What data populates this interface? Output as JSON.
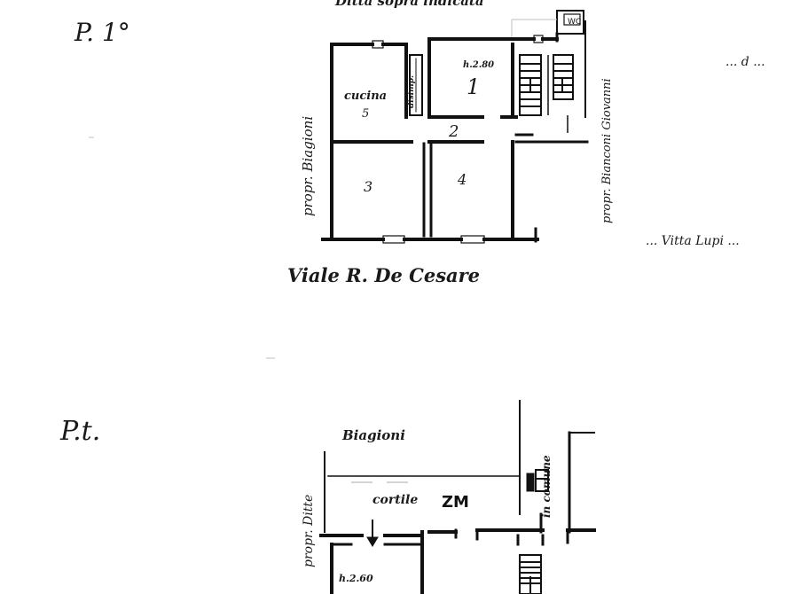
{
  "floor_first": {
    "heading": "P. 1°",
    "top_label": "Ditta sopra indicata",
    "wc": "WC",
    "height": "h.2.80",
    "rooms": {
      "cucina": "cucina",
      "cucina_num": "5",
      "disimpegno": "disimp.",
      "room_1": "1",
      "room_2": "2",
      "room_3": "3",
      "room_4": "4"
    },
    "left_owner": "propr. Biagioni",
    "right_owner": "propr. Bianconi Giovanni",
    "street": "Viale R. De Cesare",
    "faint_right_top": "... d ...",
    "faint_right_mid": "... Vitta Lupi ..."
  },
  "floor_ground": {
    "heading": "P.t.",
    "top_owner": "Biagioni",
    "left_owner": "propr. Ditte",
    "courtyard": "cortile",
    "courtyard_code": "ZM",
    "shared": "in comune",
    "height": "h.2.60"
  }
}
